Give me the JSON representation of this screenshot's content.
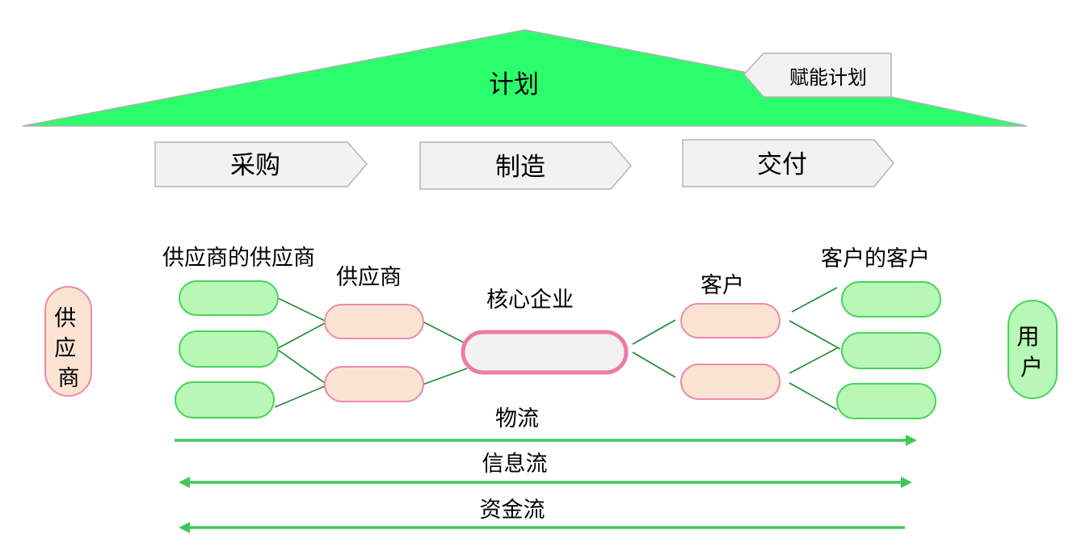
{
  "colors": {
    "plan_fill": "#2cfd6c",
    "plan_stroke": "#b0b0b0",
    "process_fill": "#f2f2f2",
    "process_stroke": "#b4b4b4",
    "green_node_fill": "#b8f7b6",
    "green_node_stroke": "#47d45c",
    "peach_node_fill": "#fbe3d2",
    "peach_node_stroke": "#ee8aa9",
    "core_fill": "#f2f2f2",
    "core_stroke": "#ec7ba3",
    "connector": "#1f8a35",
    "flow_arrow": "#3fc85a"
  },
  "plan": {
    "title": "计划",
    "enable_label": "赋能计划"
  },
  "process": {
    "steps": [
      "采购",
      "制造",
      "交付"
    ]
  },
  "side_labels": {
    "supplier": "供应商",
    "user": "用户"
  },
  "network": {
    "supplier_of_supplier_label": "供应商的供应商",
    "supplier_label": "供应商",
    "core_label": "核心企业",
    "customer_label": "客户",
    "customer_of_customer_label": "客户的客户"
  },
  "flows": [
    {
      "label": "物流",
      "direction": "right"
    },
    {
      "label": "信息流",
      "direction": "both"
    },
    {
      "label": "资金流",
      "direction": "left"
    }
  ]
}
